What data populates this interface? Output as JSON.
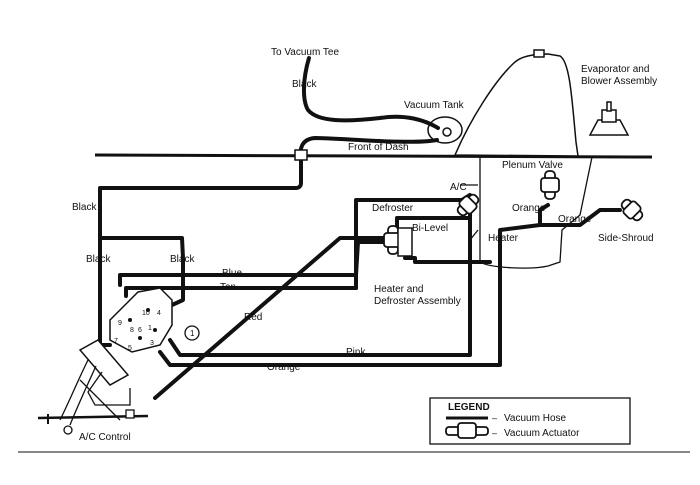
{
  "labels": {
    "to_vacuum_tee": "To Vacuum Tee",
    "black_top": "Black",
    "vacuum_tank": "Vacuum Tank",
    "evaporator_line1": "Evaporator and",
    "evaporator_line2": "Blower Assembly",
    "front_of_dash": "Front of Dash",
    "plenum_valve": "Plenum Valve",
    "ac": "A/C",
    "defroster": "Defroster",
    "bi_level": "Bi-Level",
    "orange_plenum": "Orange",
    "orange_side": "Orange",
    "heater": "Heater",
    "side_shroud": "Side-Shroud",
    "black_left1": "Black",
    "black_left2": "Black",
    "black_right": "Black",
    "blue": "Blue",
    "tan": "Tan",
    "red": "Red",
    "heater_defroster_line1": "Heater and",
    "heater_defroster_line2": "Defroster Assembly",
    "pink": "Pink",
    "orange_bottom": "Orange",
    "ac_control": "A/C Control",
    "port_10": "10",
    "port_1": "1",
    "port_3": "3",
    "port_5": "5",
    "port_6": "6",
    "port_7": "7",
    "port_8": "8",
    "port_9": "9",
    "port_4": "4",
    "circle_1": "1"
  },
  "legend": {
    "title": "LEGEND",
    "hose_label": "Vacuum Hose",
    "actuator_label": "Vacuum Actuator"
  }
}
